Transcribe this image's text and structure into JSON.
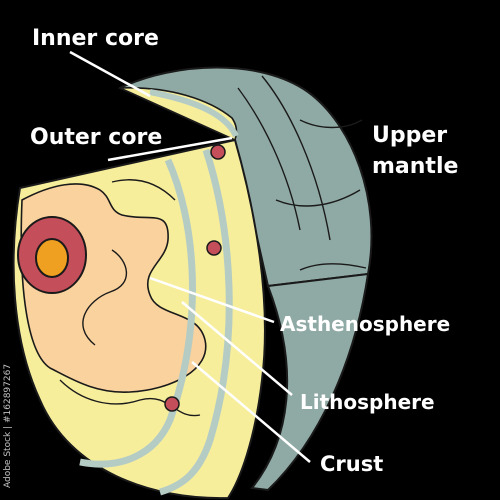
{
  "labels": {
    "inner_core": "Inner core",
    "outer_core": "Outer core",
    "upper_mantle_line1": "Upper",
    "upper_mantle_line2": "mantle",
    "asthenosphere": "Asthenosphere",
    "lithosphere": "Lithosphere",
    "crust": "Crust"
  },
  "watermark": {
    "stock_id": "Adobe Stock | #162897267"
  },
  "colors": {
    "background": "#000000",
    "label_text": "#ffffff",
    "upper_mantle": "#8fa9a4",
    "outer_layer": "#f7ee9c",
    "peach_zone": "#f9d29e",
    "ring_band": "#b5ccc4",
    "magma_ring": "#c44e5a",
    "inner_core": "#f0a020",
    "outline": "#1a1a1a",
    "pointer_line": "#ffffff"
  }
}
